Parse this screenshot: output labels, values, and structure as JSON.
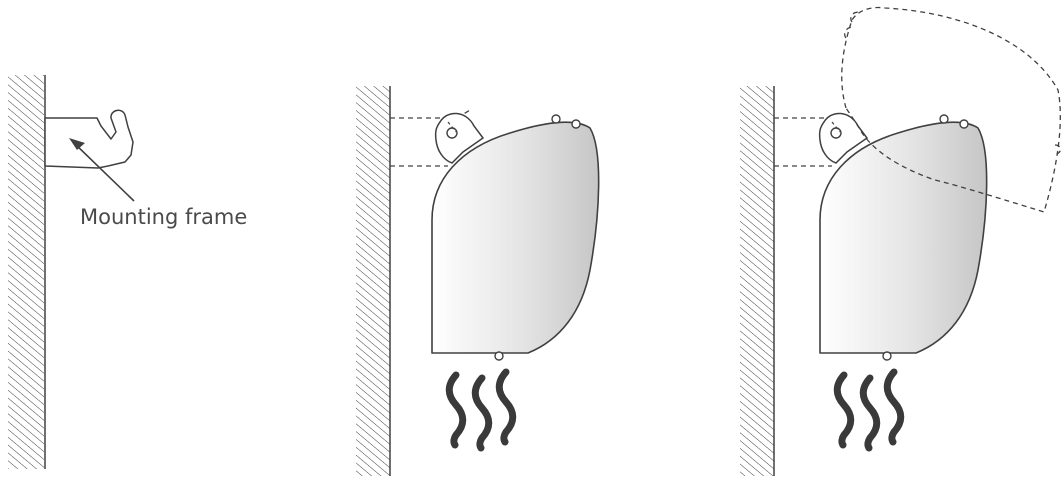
{
  "diagram": {
    "label": "Mounting frame",
    "colors": {
      "stroke": "#404040",
      "heater_light": "#ffffff",
      "heater_dark": "#c9c9c9",
      "heat_waves": "#3a3a3a",
      "label_text": "#4a4a4a"
    },
    "panels": [
      {
        "id": "step-1-mounting-frame",
        "heater": false,
        "tilted_outline": false
      },
      {
        "id": "step-2-heater-hung",
        "heater": true,
        "tilted_outline": false
      },
      {
        "id": "step-3-heater-rotated",
        "heater": true,
        "tilted_outline": true
      }
    ]
  }
}
